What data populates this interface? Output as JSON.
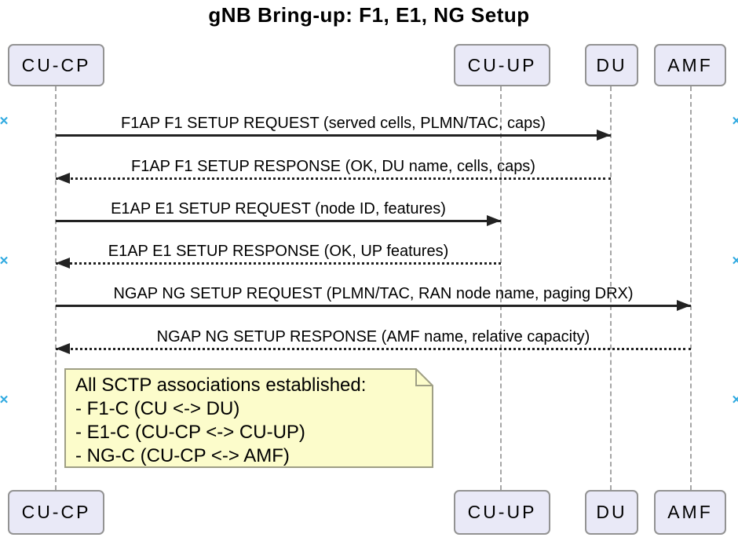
{
  "title": "gNB Bring-up: F1, E1, NG Setup",
  "participants": [
    {
      "label": "CU-CP"
    },
    {
      "label": "CU-UP"
    },
    {
      "label": "DU"
    },
    {
      "label": "AMF"
    }
  ],
  "messages": [
    {
      "from": "CU-CP",
      "to": "DU",
      "line": "solid",
      "label": "F1AP F1 SETUP REQUEST (served cells, PLMN/TAC, caps)"
    },
    {
      "from": "DU",
      "to": "CU-CP",
      "line": "dotted",
      "label": "F1AP F1 SETUP RESPONSE (OK, DU name, cells, caps)"
    },
    {
      "from": "CU-CP",
      "to": "CU-UP",
      "line": "solid",
      "label": "E1AP E1 SETUP REQUEST (node ID, features)"
    },
    {
      "from": "CU-UP",
      "to": "CU-CP",
      "line": "dotted",
      "label": "E1AP E1 SETUP RESPONSE (OK, UP features)"
    },
    {
      "from": "CU-CP",
      "to": "AMF",
      "line": "solid",
      "label": "NGAP NG SETUP REQUEST (PLMN/TAC, RAN node name, paging DRX)"
    },
    {
      "from": "AMF",
      "to": "CU-CP",
      "line": "dotted",
      "label": "NGAP NG SETUP RESPONSE (AMF name, relative capacity)"
    }
  ],
  "note": {
    "lines": [
      "All SCTP associations established:",
      "- F1-C (CU <-> DU)",
      "- E1-C (CU-CP <-> CU-UP)",
      "- NG-C (CU-CP <-> AMF)"
    ]
  },
  "icons": {
    "edge_handle_x": "✕"
  },
  "colors": {
    "participant_fill": "#e9e9f7",
    "participant_border": "#939393",
    "note_fill": "#fcfccb",
    "note_border": "#9f9f85",
    "lifeline": "#a6a6a6",
    "message_line": "#222222",
    "handle_blue": "#2ea9e0",
    "text": "#000000"
  }
}
